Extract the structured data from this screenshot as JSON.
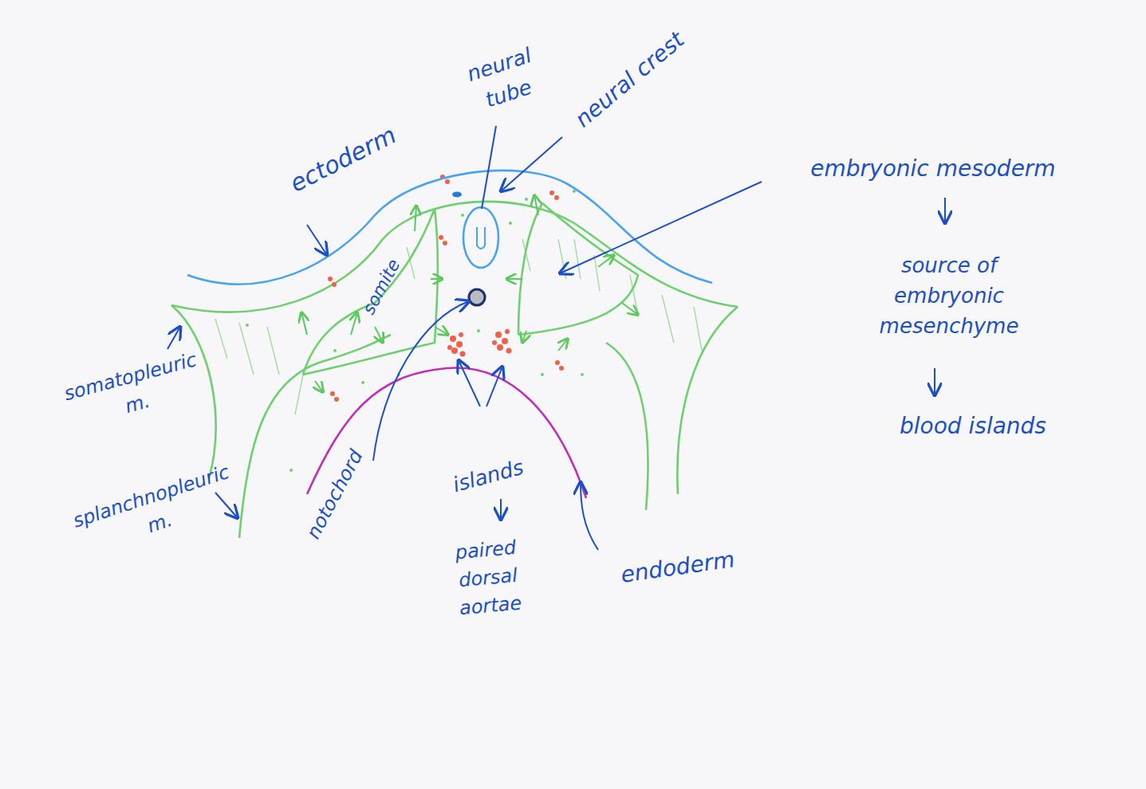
{
  "diagram": {
    "labels": [
      "ectoderm",
      "neural tube",
      "neural crest",
      "embryonic mesoderm",
      "source of embryonic mesenchyme",
      "blood islands",
      "somite",
      "somatopleuric m.",
      "splanchnopleuric m.",
      "notochord",
      "islands",
      "paired dorsal aortae",
      "endoderm"
    ]
  }
}
